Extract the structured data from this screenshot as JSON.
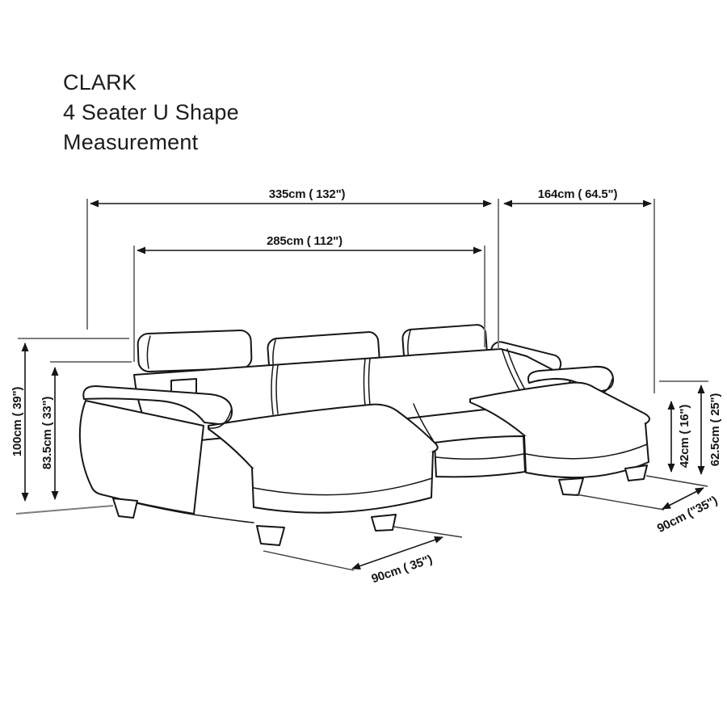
{
  "title": {
    "product_name": "CLARK",
    "subtitle": "4 Seater U Shape",
    "caption": "Measurement"
  },
  "dimensions": {
    "overall_width": "335cm ( 132\")",
    "inner_width": "285cm ( 112\")",
    "right_section_width": "164cm ( 64.5\")",
    "total_height": "100cm ( 39\")",
    "back_height": "83.5cm ( 33\")",
    "seat_height": "42cm ( 16\")",
    "arm_height": "62.5cm ( 25\")",
    "left_chaise_depth": "90cm ( 35\")",
    "right_chaise_depth": "90cm (\"35\")"
  },
  "colors": {
    "line": "#161616",
    "extension_line": "#7d7d7d",
    "background": "#ffffff"
  }
}
